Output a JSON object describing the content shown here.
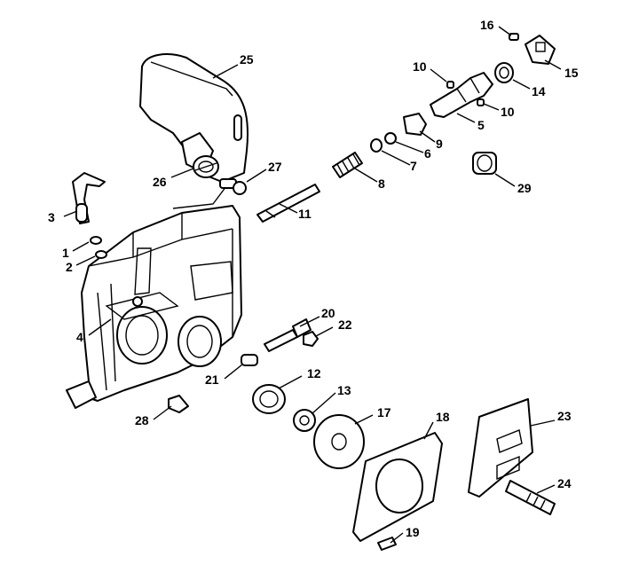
{
  "diagram": {
    "type": "exploded-parts-view",
    "callouts": [
      {
        "id": "1",
        "label": "1"
      },
      {
        "id": "2",
        "label": "2"
      },
      {
        "id": "3",
        "label": "3"
      },
      {
        "id": "4",
        "label": "4"
      },
      {
        "id": "5",
        "label": "5"
      },
      {
        "id": "6",
        "label": "6"
      },
      {
        "id": "7",
        "label": "7"
      },
      {
        "id": "8",
        "label": "8"
      },
      {
        "id": "9",
        "label": "9"
      },
      {
        "id": "10a",
        "label": "10"
      },
      {
        "id": "10b",
        "label": "10"
      },
      {
        "id": "11",
        "label": "11"
      },
      {
        "id": "12",
        "label": "12"
      },
      {
        "id": "13",
        "label": "13"
      },
      {
        "id": "14",
        "label": "14"
      },
      {
        "id": "15",
        "label": "15"
      },
      {
        "id": "16",
        "label": "16"
      },
      {
        "id": "17",
        "label": "17"
      },
      {
        "id": "18",
        "label": "18"
      },
      {
        "id": "19",
        "label": "19"
      },
      {
        "id": "20",
        "label": "20"
      },
      {
        "id": "21",
        "label": "21"
      },
      {
        "id": "22",
        "label": "22"
      },
      {
        "id": "23",
        "label": "23"
      },
      {
        "id": "24",
        "label": "24"
      },
      {
        "id": "25",
        "label": "25"
      },
      {
        "id": "26",
        "label": "26"
      },
      {
        "id": "27",
        "label": "27"
      },
      {
        "id": "28",
        "label": "28"
      },
      {
        "id": "29",
        "label": "29"
      }
    ]
  }
}
